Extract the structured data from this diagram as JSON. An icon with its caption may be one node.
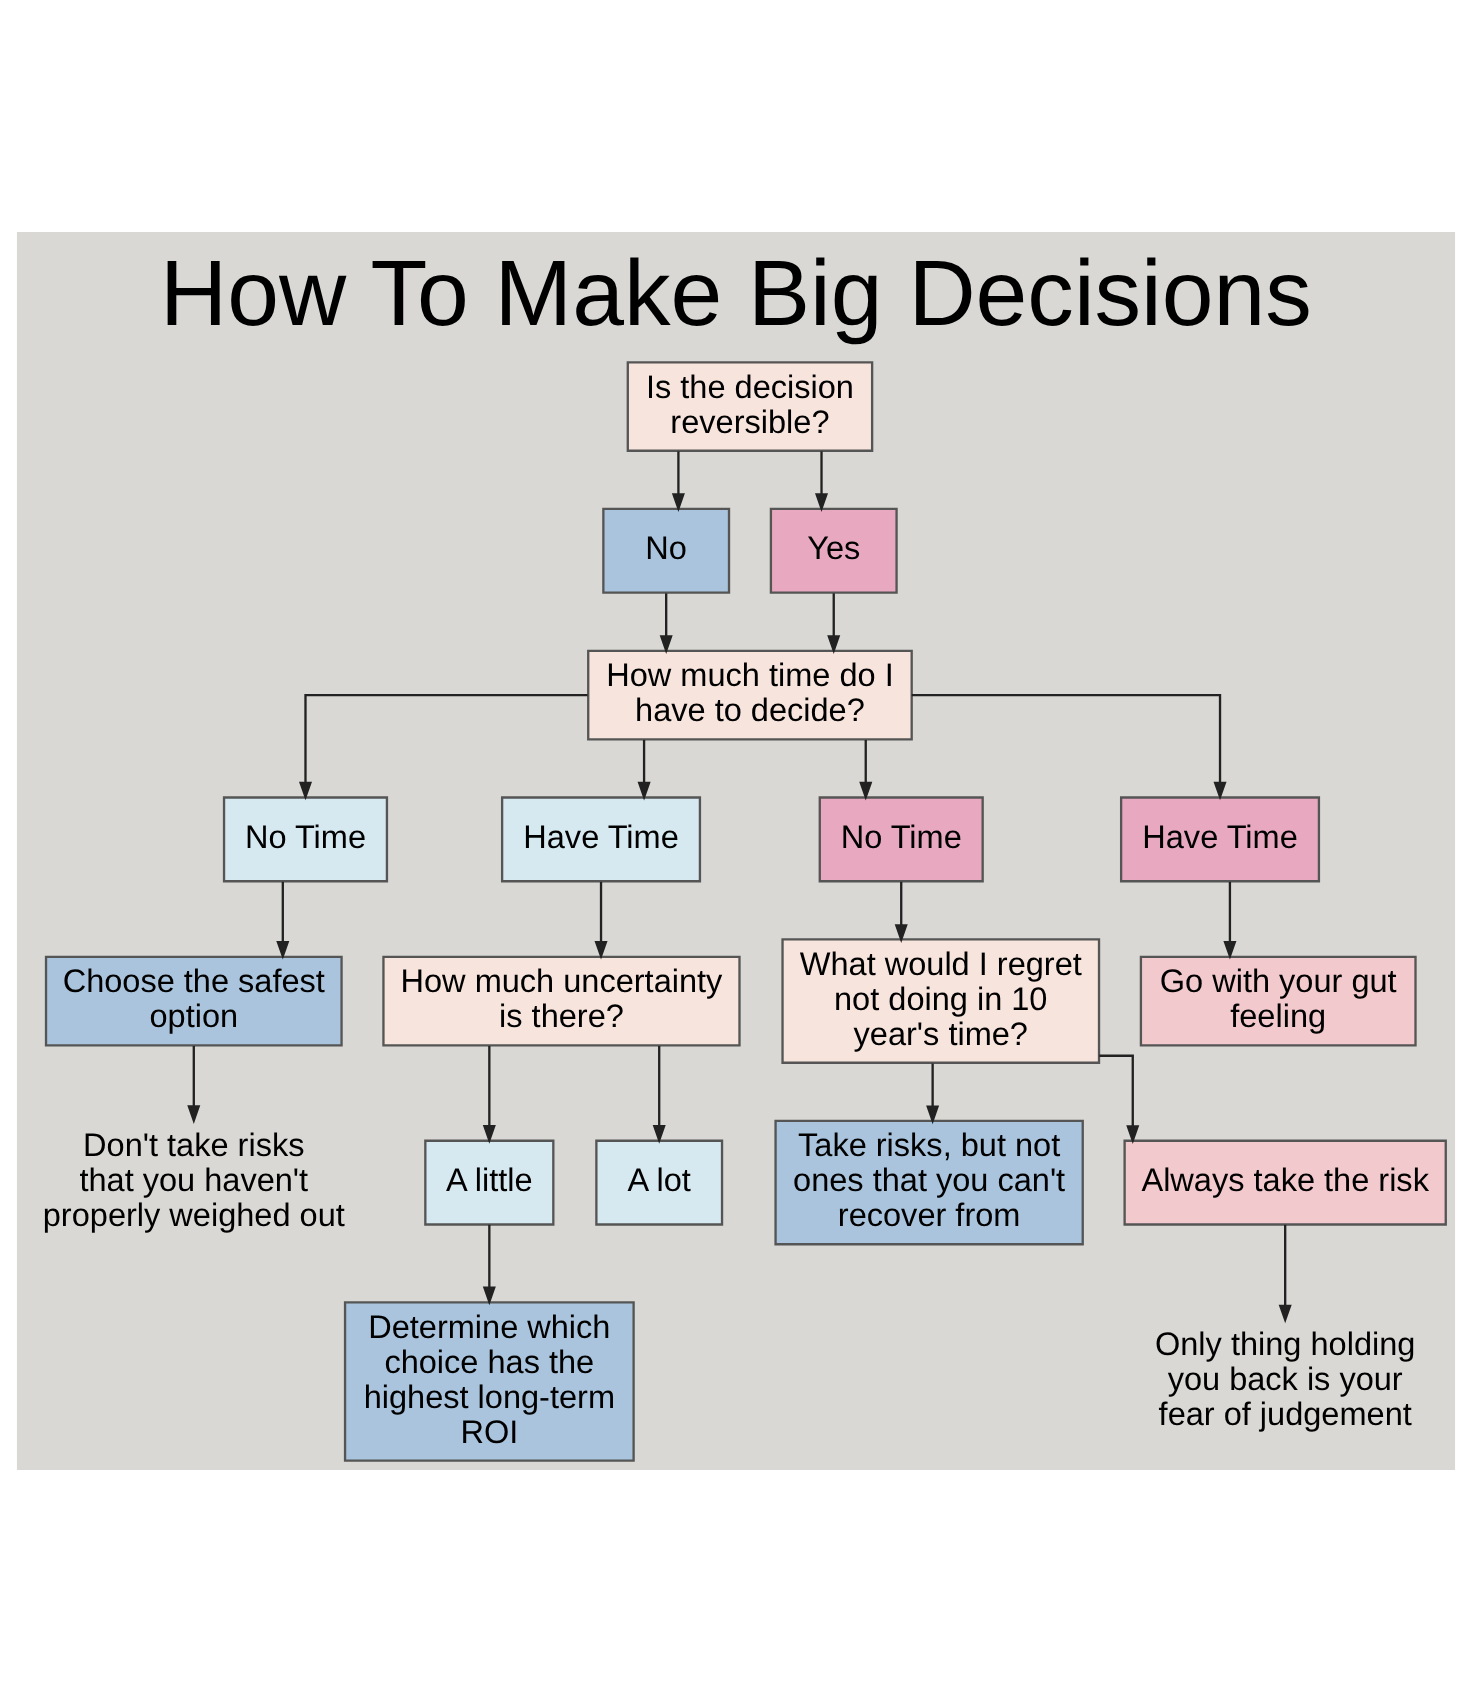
{
  "diagram": {
    "title": "How To Make Big Decisions",
    "nodes": [
      {
        "text": [
          "Is the decision reversible?"
        ]
      },
      {
        "text": [
          "No"
        ]
      },
      {
        "text": [
          "Yes"
        ]
      },
      {
        "text": [
          "How much time do I have to decide?"
        ]
      },
      {
        "text": [
          "No Time"
        ]
      },
      {
        "text": [
          "Have Time"
        ]
      },
      {
        "text": [
          "No Time"
        ]
      },
      {
        "text": [
          "Have Time"
        ]
      },
      {
        "text": [
          "Choose the safest option"
        ]
      },
      {
        "text": [
          "How much uncertainty is there?"
        ]
      },
      {
        "text": [
          "What would I regret not doing in 10 year's time?"
        ]
      },
      {
        "text": [
          "Go with your gut feeling"
        ]
      },
      {
        "text": [
          "Don't take risks that you haven't properly weighed out"
        ]
      },
      {
        "text": [
          "A little"
        ]
      },
      {
        "text": [
          "A lot"
        ]
      },
      {
        "text": [
          "Take risks, but not ones that you can't recover from"
        ]
      },
      {
        "text": [
          "Always take the risk"
        ]
      },
      {
        "text": [
          "Determine which choice has the highest long-term ROI"
        ]
      },
      {
        "text": [
          "Only thing holding you back is your fear of judgement"
        ]
      }
    ],
    "edges": [
      {
        "from": 0,
        "to": 1,
        "arrow": "to"
      },
      {
        "from": 0,
        "to": 2,
        "arrow": "to"
      },
      {
        "from": 1,
        "to": 3,
        "arrow": "to"
      },
      {
        "from": 2,
        "to": 3,
        "arrow": "to"
      },
      {
        "from": 3,
        "to": 4,
        "arrow": "to"
      },
      {
        "from": 3,
        "to": 5,
        "arrow": "to"
      },
      {
        "from": 3,
        "to": 6,
        "arrow": "to"
      },
      {
        "from": 3,
        "to": 7,
        "arrow": "to"
      },
      {
        "from": 4,
        "to": 8,
        "arrow": "to"
      },
      {
        "from": 5,
        "to": 9,
        "arrow": "to"
      },
      {
        "from": 6,
        "to": 10,
        "arrow": "to"
      },
      {
        "from": 7,
        "to": 11,
        "arrow": "to"
      },
      {
        "from": 8,
        "to": 12,
        "arrow": "to"
      },
      {
        "from": 9,
        "to": 13,
        "arrow": "to"
      },
      {
        "from": 9,
        "to": 14,
        "arrow": "to"
      },
      {
        "from": 13,
        "to": 17,
        "arrow": "to"
      },
      {
        "from": 10,
        "to": 15,
        "arrow": "to"
      },
      {
        "from": 10,
        "to": 16,
        "arrow": "to"
      },
      {
        "from": 16,
        "to": 18,
        "arrow": "to"
      }
    ]
  }
}
